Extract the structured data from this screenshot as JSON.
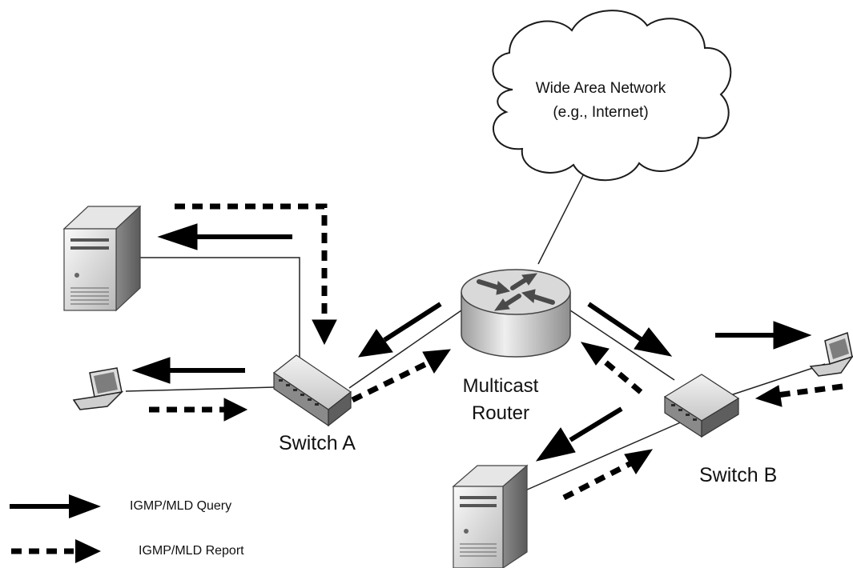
{
  "diagram": {
    "wan": {
      "line1": "Wide Area Network",
      "line2": "(e.g., Internet)"
    },
    "router": {
      "line1": "Multicast",
      "line2": "Router"
    },
    "switch_a": "Switch A",
    "switch_b": "Switch B"
  },
  "legend": {
    "query": "IGMP/MLD Query",
    "report": "IGMP/MLD Report"
  }
}
